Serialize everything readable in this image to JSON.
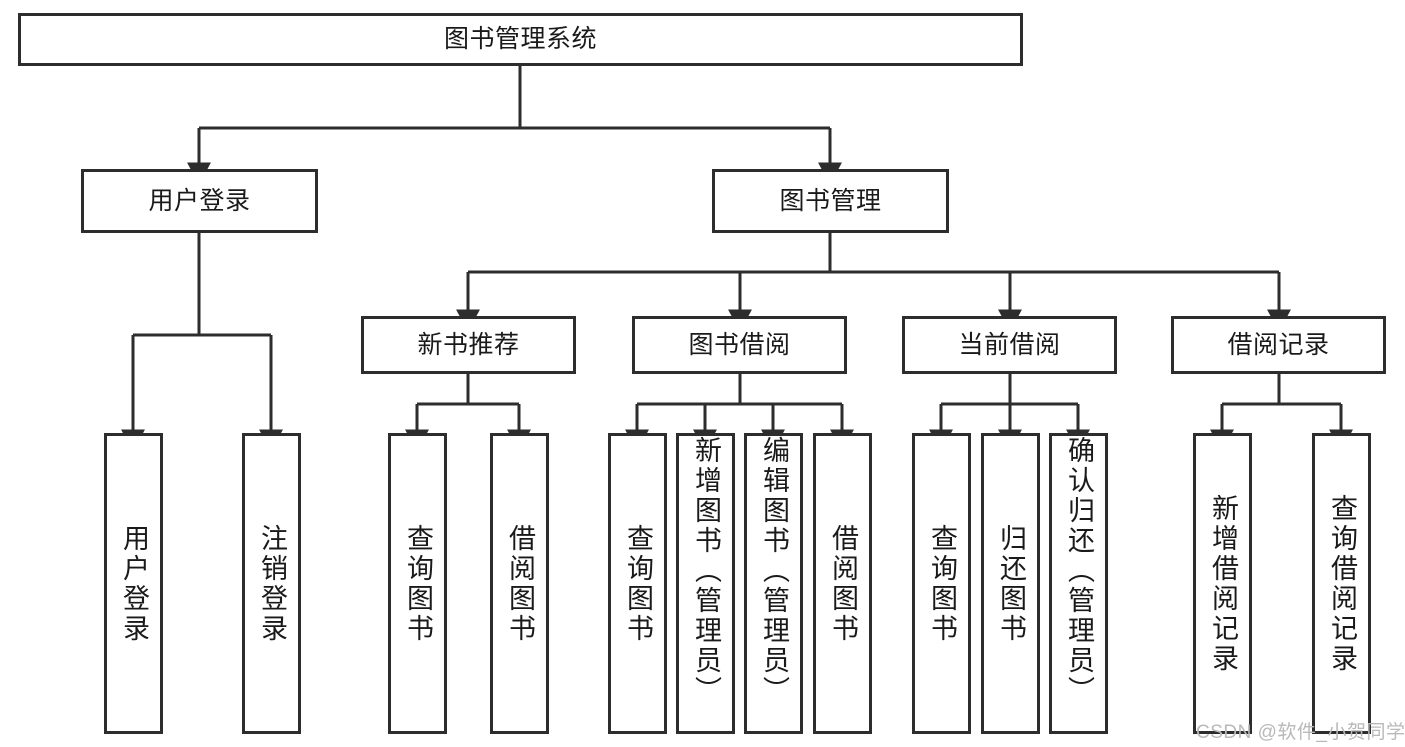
{
  "diagram": {
    "type": "hierarchy-tree",
    "title": "图书管理系统",
    "root": {
      "id": "root",
      "label": "图书管理系统",
      "orientation": "horizontal"
    },
    "level2": [
      {
        "id": "user-login",
        "label": "用户登录",
        "orientation": "horizontal"
      },
      {
        "id": "book-manage",
        "label": "图书管理",
        "orientation": "horizontal"
      }
    ],
    "level3": [
      {
        "id": "new-book-recommend",
        "label": "新书推荐",
        "orientation": "horizontal",
        "parent": "book-manage"
      },
      {
        "id": "book-borrow",
        "label": "图书借阅",
        "orientation": "horizontal",
        "parent": "book-manage"
      },
      {
        "id": "current-borrow",
        "label": "当前借阅",
        "orientation": "horizontal",
        "parent": "book-manage"
      },
      {
        "id": "borrow-record",
        "label": "借阅记录",
        "orientation": "horizontal",
        "parent": "book-manage"
      }
    ],
    "leaves": [
      {
        "id": "leaf-user-login",
        "label": "用户登录",
        "parent": "user-login",
        "align": "center"
      },
      {
        "id": "leaf-logout-login",
        "label": "注销登录",
        "parent": "user-login",
        "align": "center"
      },
      {
        "id": "leaf-query-book-1",
        "label": "查询图书",
        "parent": "new-book-recommend",
        "align": "center"
      },
      {
        "id": "leaf-borrow-book-1",
        "label": "借阅图书",
        "parent": "new-book-recommend",
        "align": "center"
      },
      {
        "id": "leaf-query-book-2",
        "label": "查询图书",
        "parent": "book-borrow",
        "align": "center"
      },
      {
        "id": "leaf-add-book",
        "label": "新增图书（管理员）",
        "parent": "book-borrow",
        "align": "top"
      },
      {
        "id": "leaf-edit-book",
        "label": "编辑图书（管理员）",
        "parent": "book-borrow",
        "align": "top"
      },
      {
        "id": "leaf-borrow-book-2",
        "label": "借阅图书",
        "parent": "book-borrow",
        "align": "center"
      },
      {
        "id": "leaf-query-book-3",
        "label": "查询图书",
        "parent": "current-borrow",
        "align": "center"
      },
      {
        "id": "leaf-return-book",
        "label": "归还图书",
        "parent": "current-borrow",
        "align": "center"
      },
      {
        "id": "leaf-confirm-return",
        "label": "确认归还（管理员）",
        "parent": "current-borrow",
        "align": "top"
      },
      {
        "id": "leaf-add-record",
        "label": "新增借阅记录",
        "parent": "borrow-record",
        "align": "center"
      },
      {
        "id": "leaf-query-record",
        "label": "查询借阅记录",
        "parent": "borrow-record",
        "align": "center"
      }
    ],
    "colors": {
      "border": "#2d2d2d",
      "background": "#ffffff",
      "text": "#1a1a1a",
      "connector": "#2d2d2d",
      "watermark": "#b9b9b9"
    }
  },
  "watermark": {
    "text": "CSDN @软件_小贺同学"
  }
}
